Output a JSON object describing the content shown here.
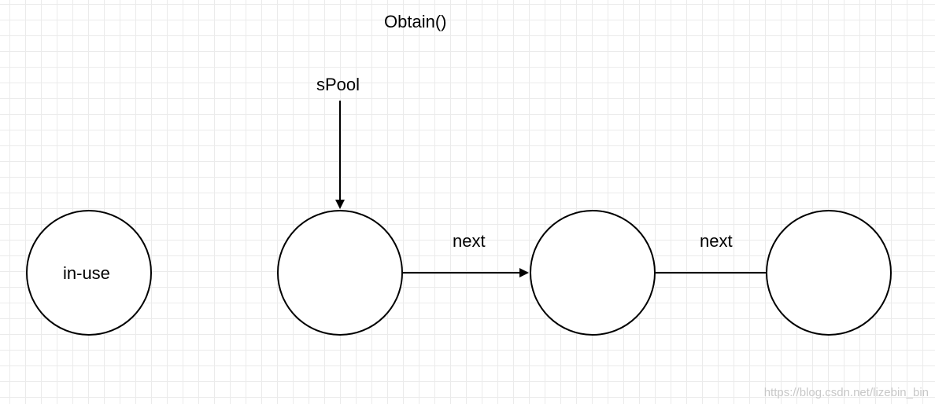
{
  "diagram": {
    "title": "Obtain()",
    "pointer_label": "sPool",
    "in_use_label": "in-use",
    "edges": [
      {
        "label": "next"
      },
      {
        "label": "next"
      }
    ]
  },
  "watermark": "https://blog.csdn.net/lizebin_bin",
  "colors": {
    "stroke": "#000000",
    "fill": "#ffffff",
    "grid": "#ebebeb",
    "watermark": "#c8c8c8"
  }
}
